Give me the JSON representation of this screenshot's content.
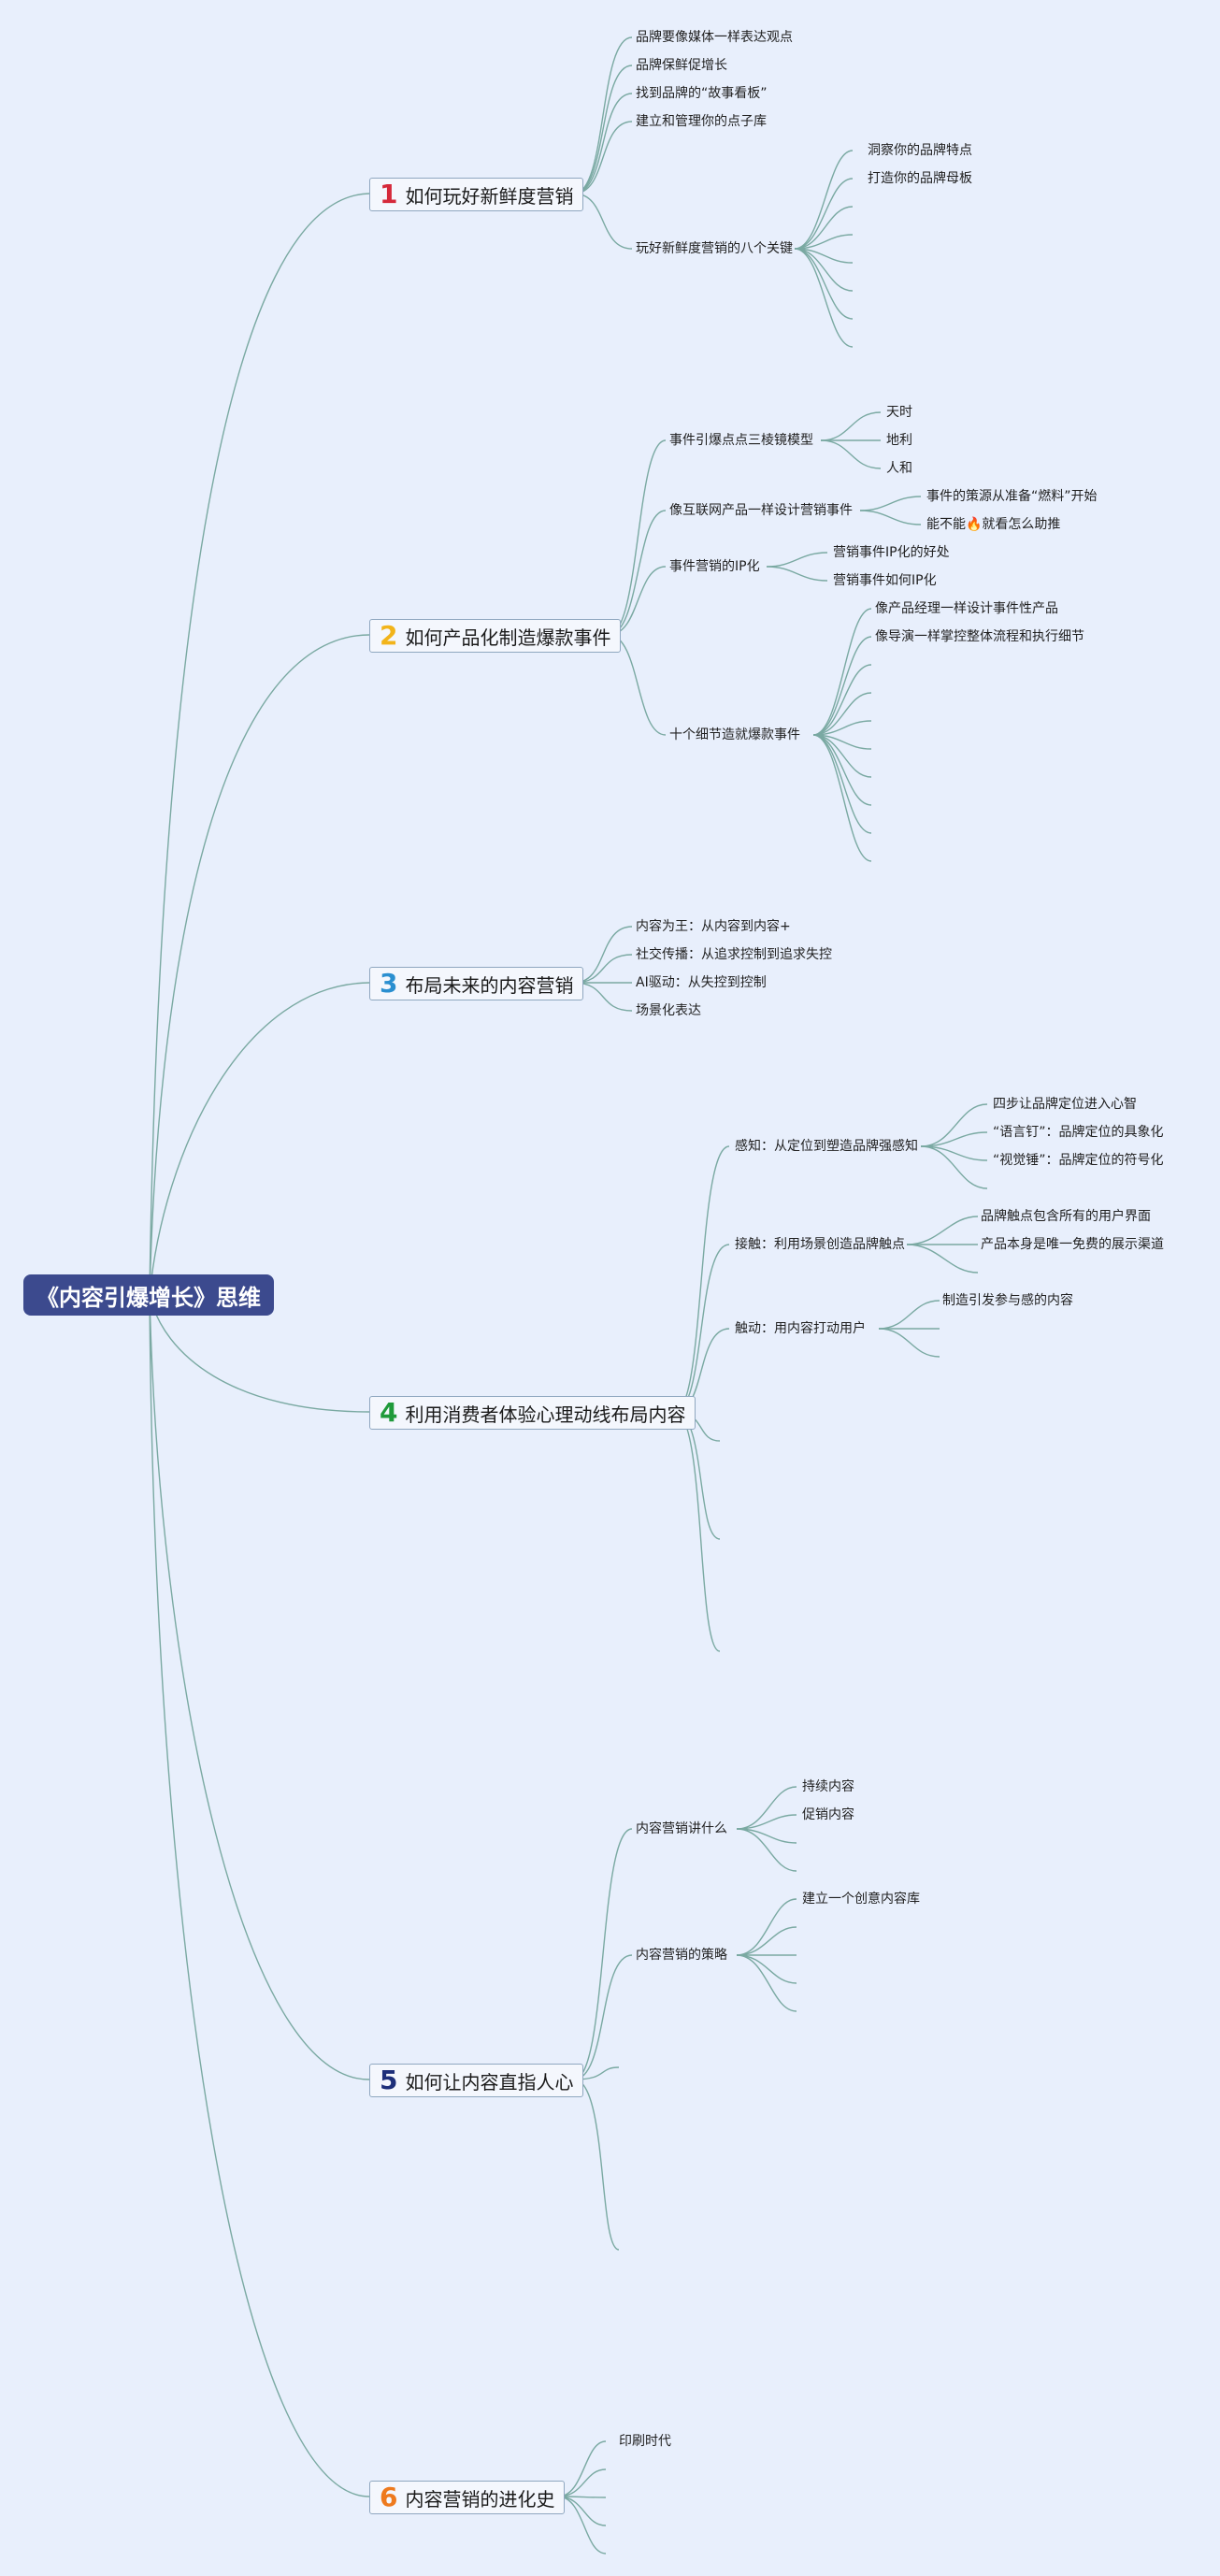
{
  "title": "《内容引爆增长》思维",
  "branches": [
    {
      "number": "1",
      "color": "#d5293a",
      "label": "如何玩好新鲜度营销",
      "children": [
        {
          "label": "品牌要像媒体一样表达观点"
        },
        {
          "label": "品牌保鲜促增长"
        },
        {
          "label": "找到品牌的“故事看板”"
        },
        {
          "label": "建立和管理你的点子库"
        },
        {
          "label": "玩好新鲜度营销的八个关键",
          "children": [
            "洞察你的品牌特点",
            "打造你的品牌母板"
          ]
        }
      ]
    },
    {
      "number": "2",
      "color": "#f2b41a",
      "label": "如何产品化制造爆款事件",
      "children": [
        {
          "label": "事件引爆点点三棱镜模型",
          "children": [
            "天时",
            "地利",
            "人和"
          ]
        },
        {
          "label": "像互联网产品一样设计营销事件",
          "children": [
            "事件的策源从准备“燃料”开始",
            "能不能🔥就看怎么助推"
          ]
        },
        {
          "label": "事件营销的IP化",
          "children": [
            "营销事件IP化的好处",
            "营销事件如何IP化"
          ]
        },
        {
          "label": "十个细节造就爆款事件",
          "children": [
            "像产品经理一样设计事件性产品",
            "像导演一样掌控整体流程和执行细节"
          ]
        }
      ]
    },
    {
      "number": "3",
      "color": "#2a8fd0",
      "label": "布局未来的内容营销",
      "children": [
        {
          "label": "内容为王：从内容到内容+"
        },
        {
          "label": "社交传播：从追求控制到追求失控"
        },
        {
          "label": "AI驱动：从失控到控制"
        },
        {
          "label": "场景化表达"
        }
      ]
    },
    {
      "number": "4",
      "color": "#1f9a3a",
      "label": "利用消费者体验心理动线布局内容",
      "children": [
        {
          "label": "感知：从定位到塑造品牌强感知",
          "children": [
            "四步让品牌定位进入心智",
            "“语言钉”：品牌定位的具象化",
            "“视觉锤”：品牌定位的符号化"
          ]
        },
        {
          "label": "接触：利用场景创造品牌触点",
          "children": [
            "品牌触点包含所有的用户界面",
            "产品本身是唯一免费的展示渠道"
          ]
        },
        {
          "label": "触动：用内容打动用户",
          "children": [
            "制造引发参与感的内容"
          ]
        }
      ]
    },
    {
      "number": "5",
      "color": "#1d2f7a",
      "label": "如何让内容直指人心",
      "children": [
        {
          "label": "内容营销讲什么",
          "children": [
            "持续内容",
            "促销内容"
          ]
        },
        {
          "label": "内容营销的策略",
          "children": [
            "建立一个创意内容库"
          ]
        }
      ]
    },
    {
      "number": "6",
      "color": "#ee7a1e",
      "label": "内容营销的进化史",
      "children": [
        {
          "label": "印刷时代"
        }
      ]
    }
  ]
}
